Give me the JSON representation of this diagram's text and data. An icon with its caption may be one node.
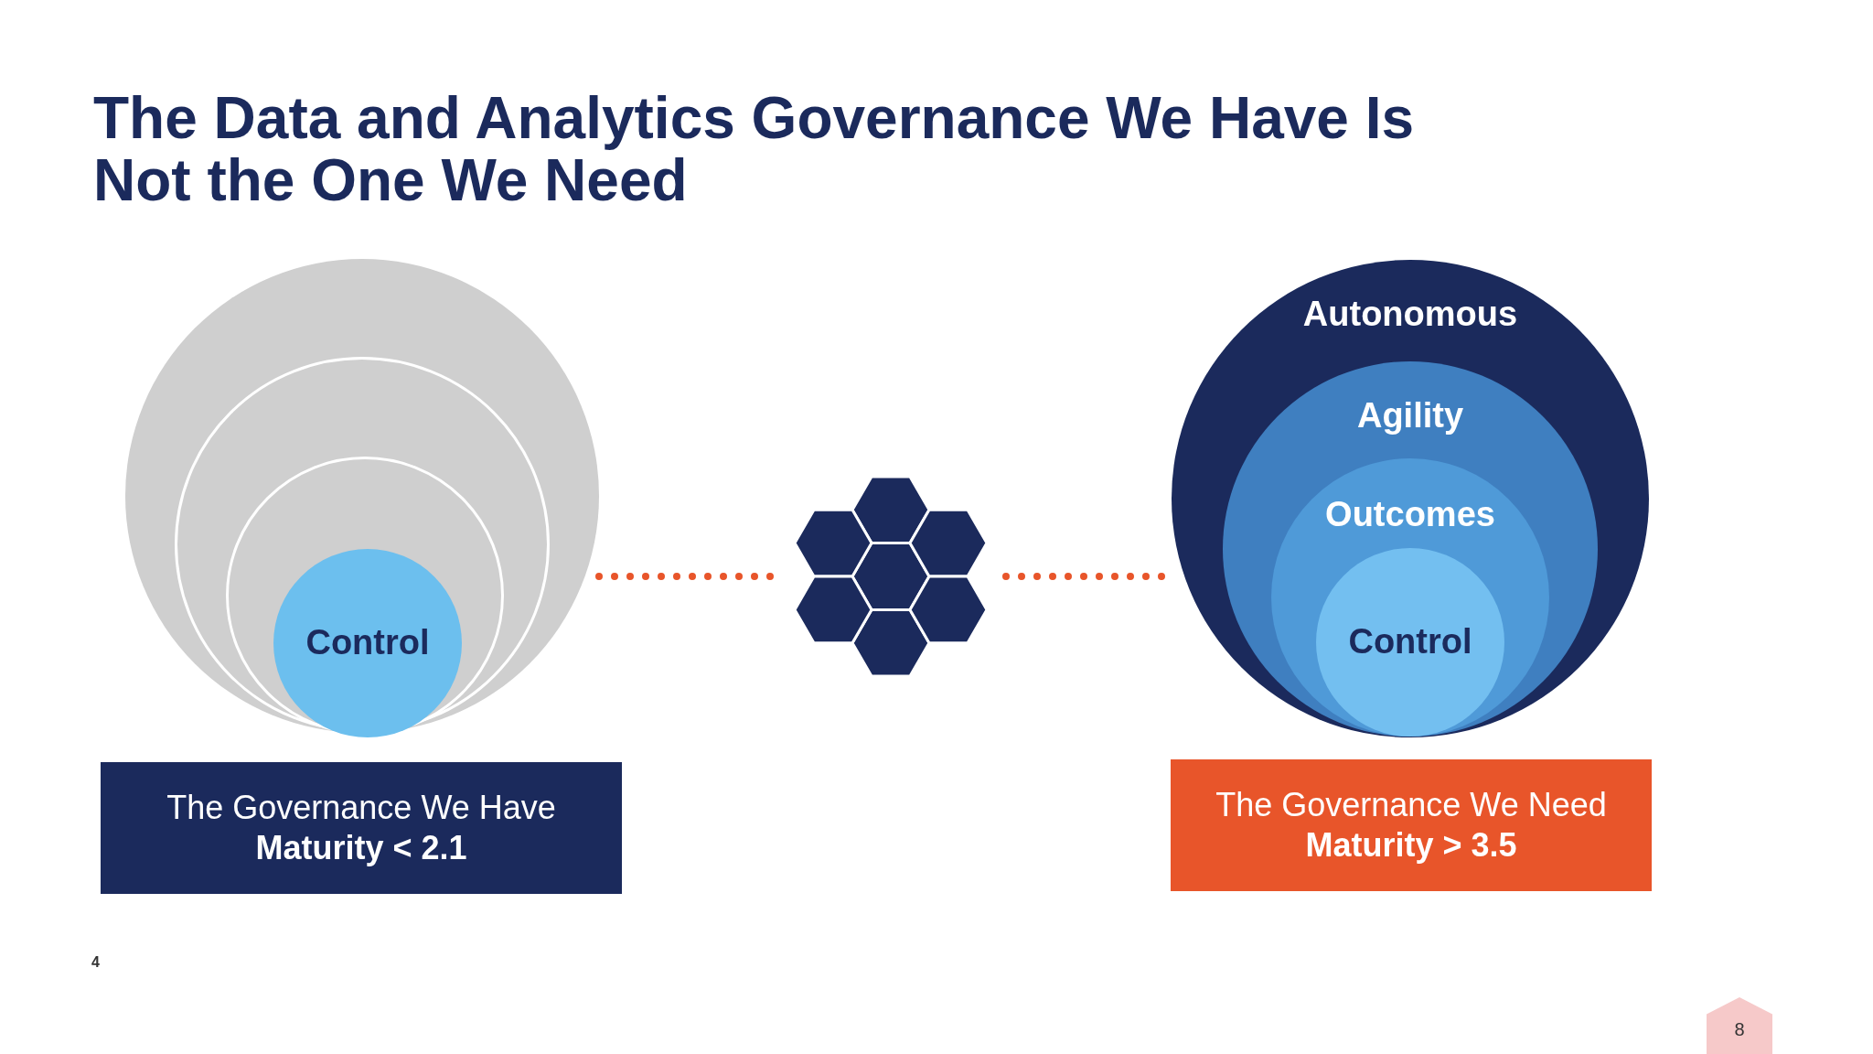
{
  "diagram": {
    "title": "The Data and Analytics Governance We Have Is Not the One We Need",
    "nodes": [
      {
        "text": [],
        "shape": "circle"
      },
      {
        "text": [],
        "shape": "circle",
        "in": 0
      },
      {
        "text": [],
        "shape": "circle",
        "in": 1
      },
      {
        "text": [
          "Control"
        ],
        "in": 2
      },
      {
        "text": [],
        "shape": "hexagon"
      },
      {
        "text": [
          "Autonomous"
        ]
      },
      {
        "text": [
          "Agility"
        ],
        "in": 5
      },
      {
        "text": [
          "Outcomes"
        ],
        "in": 6
      },
      {
        "text": [
          "Control"
        ],
        "in": 7
      },
      {
        "text": [
          "The Governance We Have",
          "Maturity < 2.1"
        ]
      },
      {
        "text": [
          "The Governance We Need",
          "Maturity > 3.5"
        ]
      }
    ],
    "edges": [
      {
        "from": 0,
        "to": 4,
        "arrow": "none",
        "style": "dashed"
      },
      {
        "from": 4,
        "to": 5,
        "arrow": "none",
        "style": "dashed"
      }
    ],
    "labels": [
      "4",
      "8"
    ]
  }
}
